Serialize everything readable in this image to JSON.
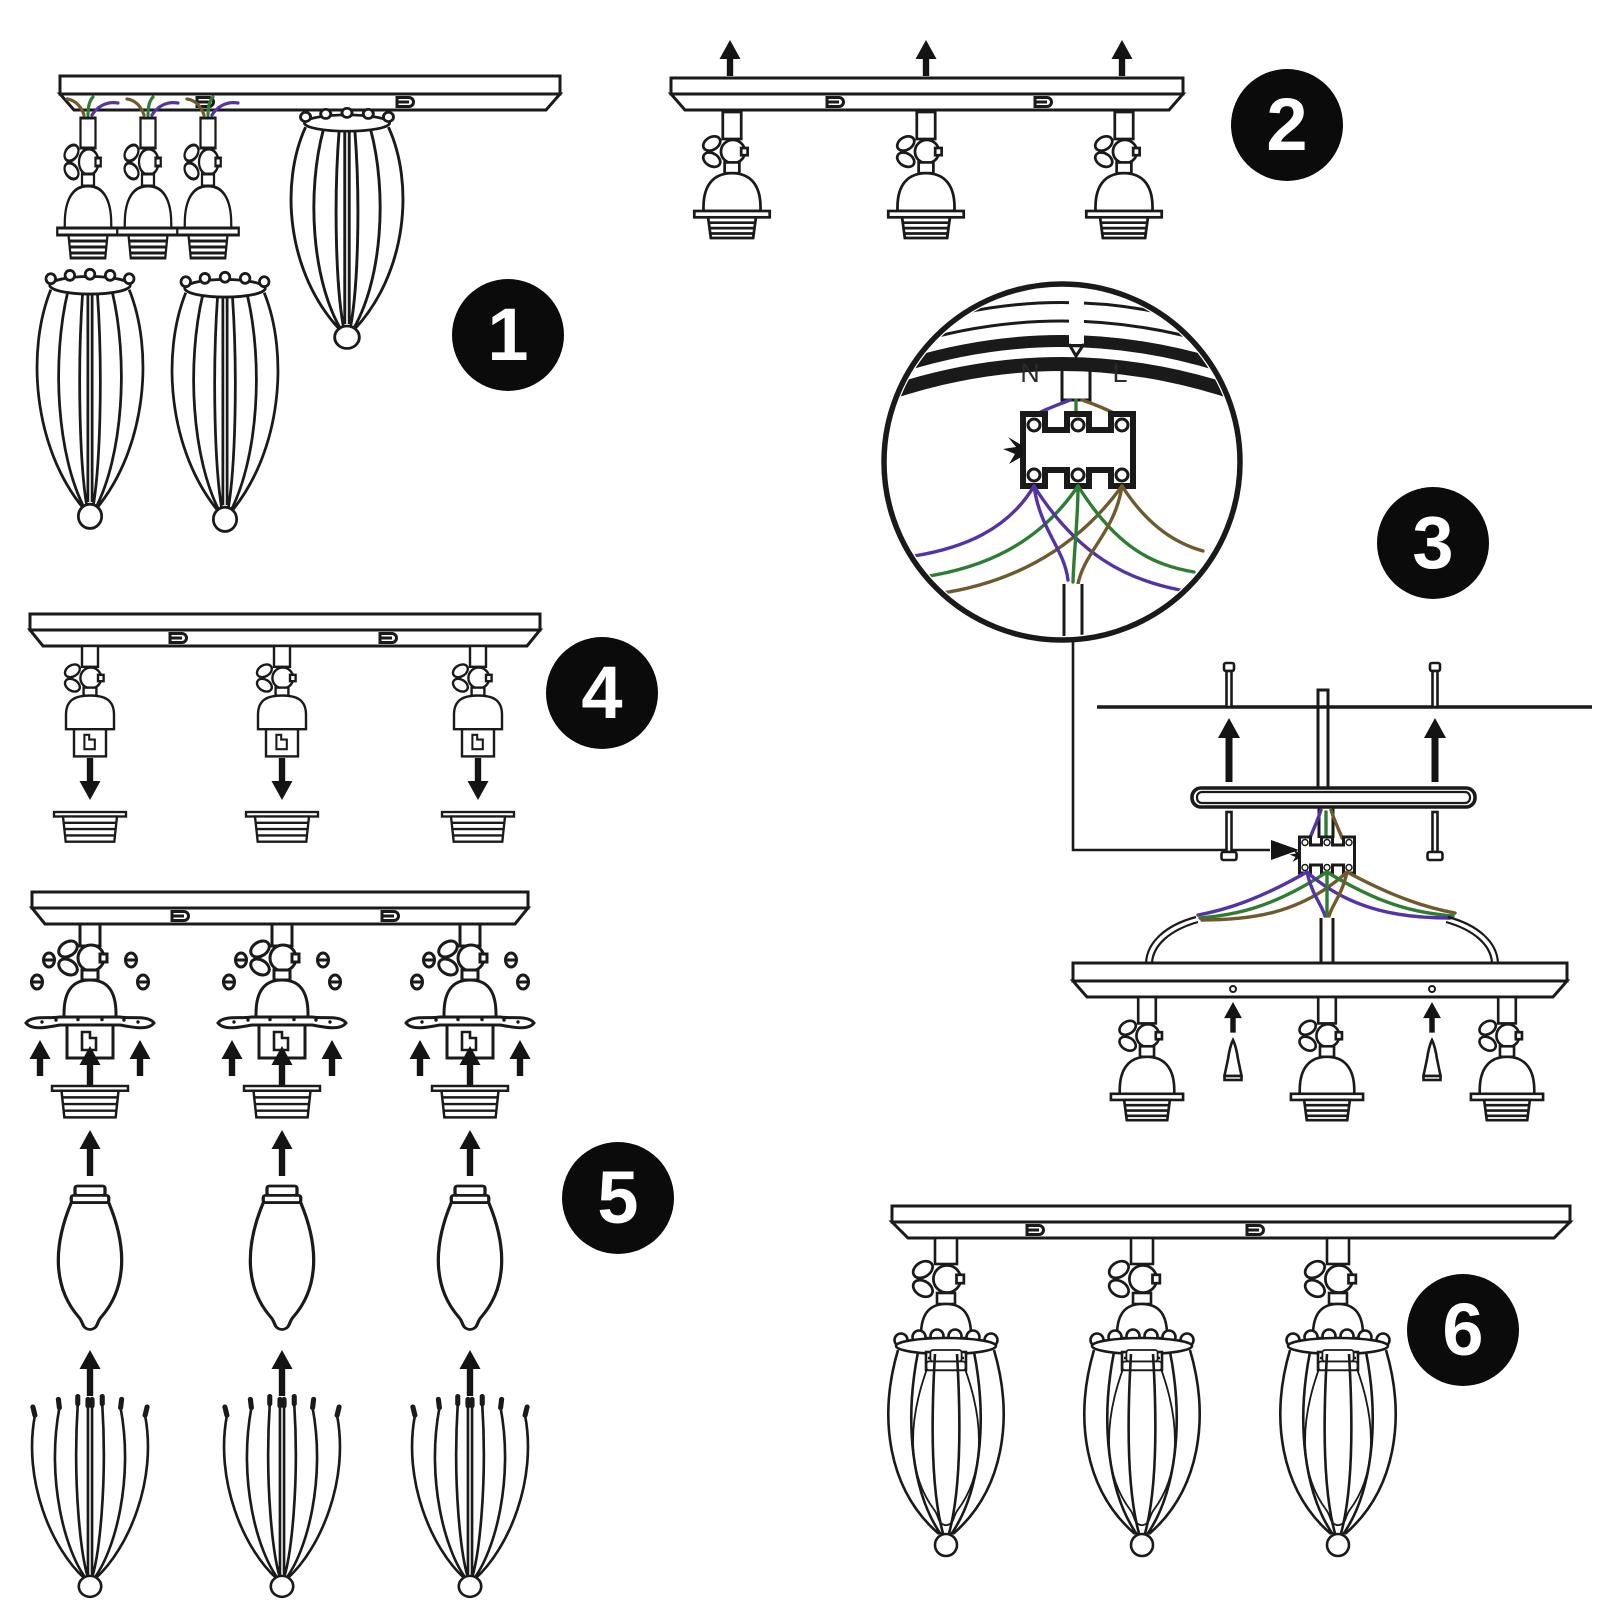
{
  "steps": [
    {
      "number": "1"
    },
    {
      "number": "2"
    },
    {
      "number": "3"
    },
    {
      "number": "4"
    },
    {
      "number": "5"
    },
    {
      "number": "6"
    }
  ],
  "wiring_detail": {
    "neutral_label": "N",
    "live_label": "L"
  },
  "colors": {
    "background": "#ffffff",
    "line": "#1a1a1a",
    "badge_bg": "#0b0b0b",
    "badge_text": "#ffffff",
    "neutral_wire": "#5433a6",
    "earth_wire": "#2f7d33",
    "live_wire": "#6f5a2d"
  }
}
